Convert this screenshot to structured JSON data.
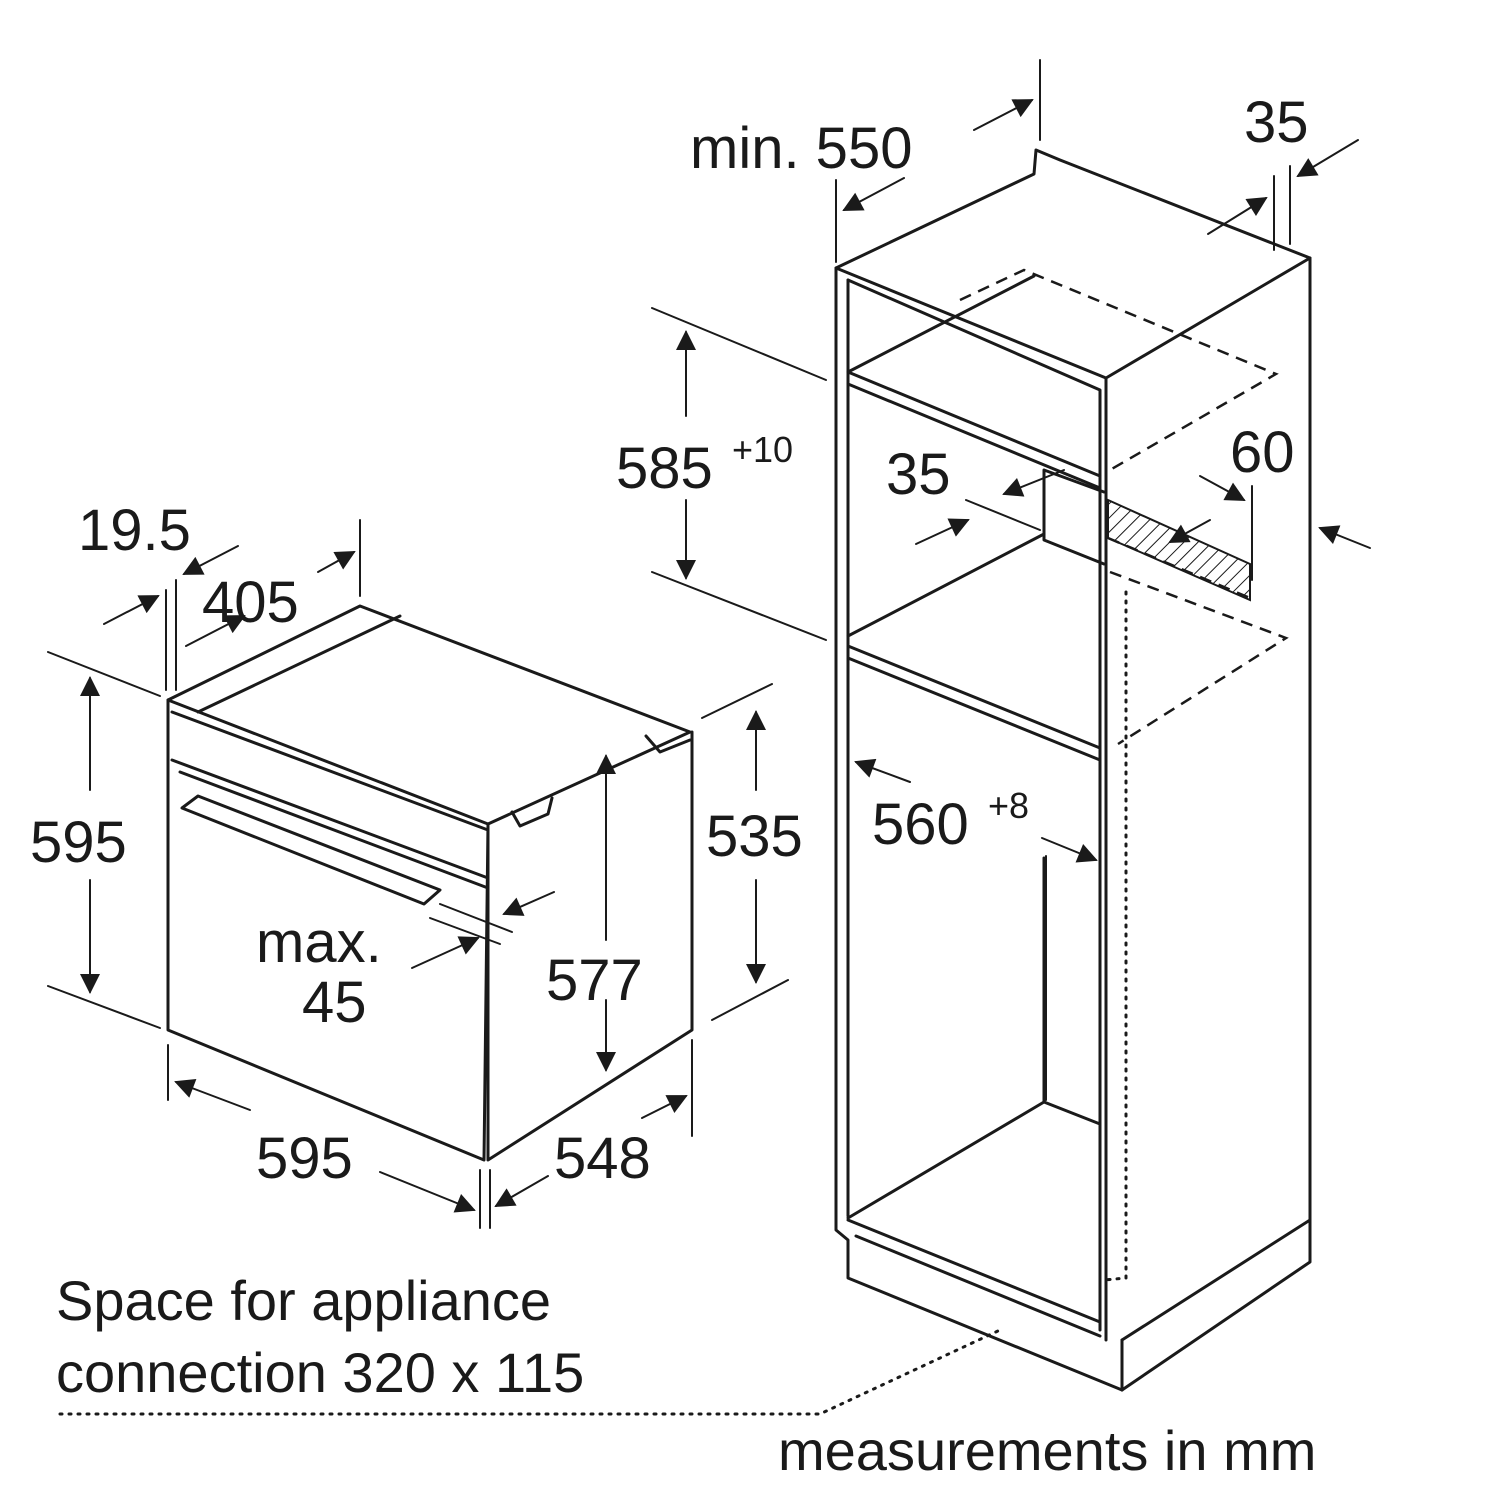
{
  "oven": {
    "dim_top_offset": "19.5",
    "dim_depth_top": "405",
    "dim_height": "595",
    "dim_width": "595",
    "dim_depth": "548",
    "dim_side_height": "535",
    "dim_inner_height": "577",
    "dim_max_label": "max.",
    "dim_max_value": "45"
  },
  "cabinet": {
    "dim_min_depth": "min. 550",
    "dim_back_gap": "35",
    "dim_niche_height": "585",
    "dim_niche_height_tol": "+10",
    "dim_shelf_gap": "35",
    "dim_vent": "60",
    "dim_niche_width": "560",
    "dim_niche_width_tol": "+8"
  },
  "notes": {
    "connection_line1": "Space for appliance",
    "connection_line2": "connection 320 x 115",
    "units": "measurements in mm"
  }
}
